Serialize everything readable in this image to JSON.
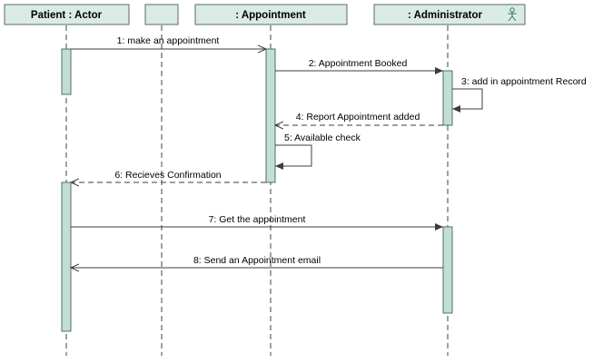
{
  "colors": {
    "box_fill": "#d9ebe4",
    "box_stroke": "#5a6b64",
    "activation_fill": "#bfe0d2",
    "line": "#3c3c3c",
    "lifeline": "#2f4b59"
  },
  "lifelines": [
    {
      "label": "Patient : Actor"
    },
    {
      "label": ""
    },
    {
      "label": ": Appointment"
    },
    {
      "label": ": Administrator",
      "icon": "actor-stick-figure-icon"
    }
  ],
  "messages": [
    {
      "label": "1: make an appointment",
      "from": "Patient : Actor",
      "to": ": Appointment",
      "kind": "call"
    },
    {
      "label": "2: Appointment Booked",
      "from": ": Appointment",
      "to": ": Administrator",
      "kind": "call"
    },
    {
      "label": "3: add in appointment Record",
      "from": ": Administrator",
      "to": ": Administrator",
      "kind": "self"
    },
    {
      "label": "4: Report Appointment added",
      "from": ": Administrator",
      "to": ": Appointment",
      "kind": "return"
    },
    {
      "label": "5: Available check",
      "from": ": Appointment",
      "to": ": Appointment",
      "kind": "self"
    },
    {
      "label": "6: Recieves Confirmation",
      "from": ": Appointment",
      "to": "Patient : Actor",
      "kind": "return"
    },
    {
      "label": "7: Get the appointment",
      "from": "Patient : Actor",
      "to": ": Administrator",
      "kind": "call"
    },
    {
      "label": "8: Send an Appointment email",
      "from": ": Administrator",
      "to": "Patient : Actor",
      "kind": "call"
    }
  ]
}
